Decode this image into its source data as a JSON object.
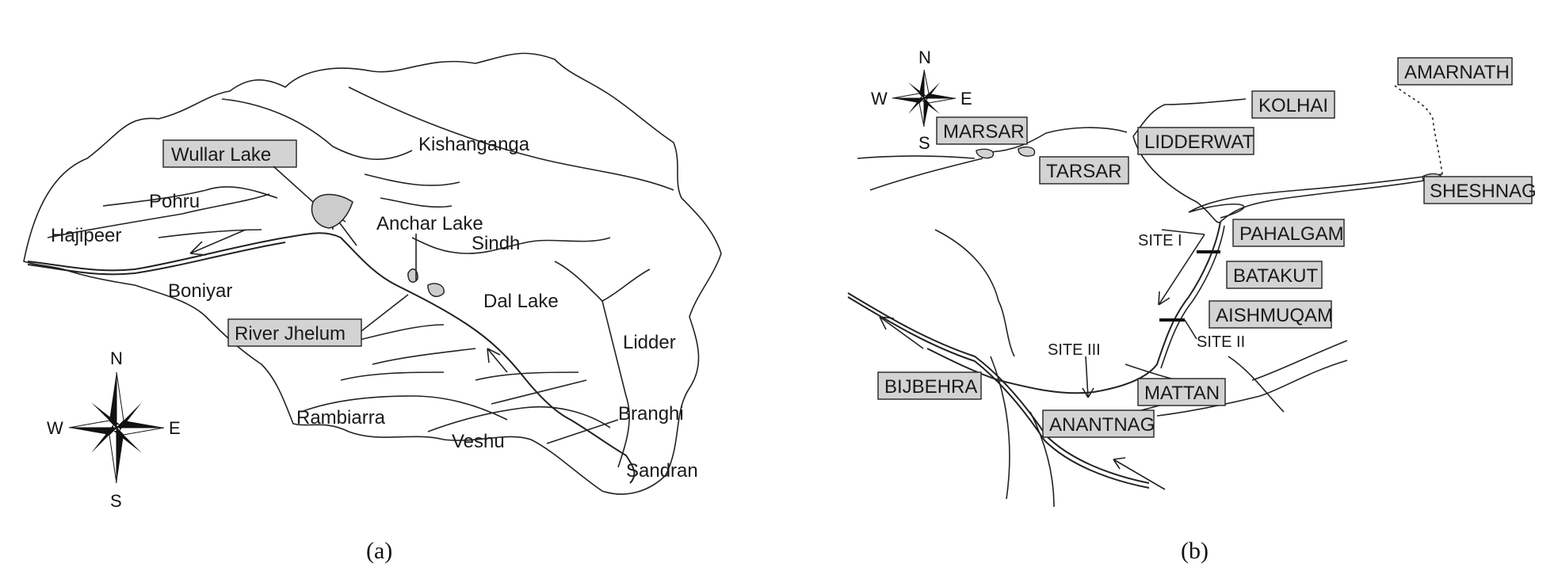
{
  "panel_a": {
    "caption": "(a)",
    "compass": {
      "n": "N",
      "s": "S",
      "e": "E",
      "w": "W"
    },
    "labels": {
      "kishanganga": "Kishanganga",
      "pohru": "Pohru",
      "hajipeer": "Hajipeer",
      "boniyar": "Boniyar",
      "anchar_lake": "Anchar Lake",
      "sindh": "Sindh",
      "dal_lake": "Dal Lake",
      "lidder": "Lidder",
      "rambiarra": "Rambiarra",
      "veshu": "Veshu",
      "branghi": "Branghi",
      "sandran": "Sandran"
    },
    "boxed_labels": {
      "wullar_lake": "Wullar Lake",
      "river_jhelum": "River Jhelum"
    }
  },
  "panel_b": {
    "caption": "(b)",
    "compass": {
      "n": "N",
      "s": "S",
      "e": "E",
      "w": "W"
    },
    "boxed_labels": {
      "amarnath": "AMARNATH",
      "kolhai": "KOLHAI",
      "marsar": "MARSAR",
      "lidderwat": "LIDDERWAT",
      "tarsar": "TARSAR",
      "sheshnag": "SHESHNAG",
      "pahalgam": "PAHALGAM",
      "batakut": "BATAKUT",
      "aishmuqam": "AISHMUQAM",
      "bijbehra": "BIJBEHRA",
      "mattan": "MATTAN",
      "anantnag": "ANANTNAG"
    },
    "sites": {
      "site1": "SITE I",
      "site2": "SITE II",
      "site3": "SITE III"
    }
  }
}
